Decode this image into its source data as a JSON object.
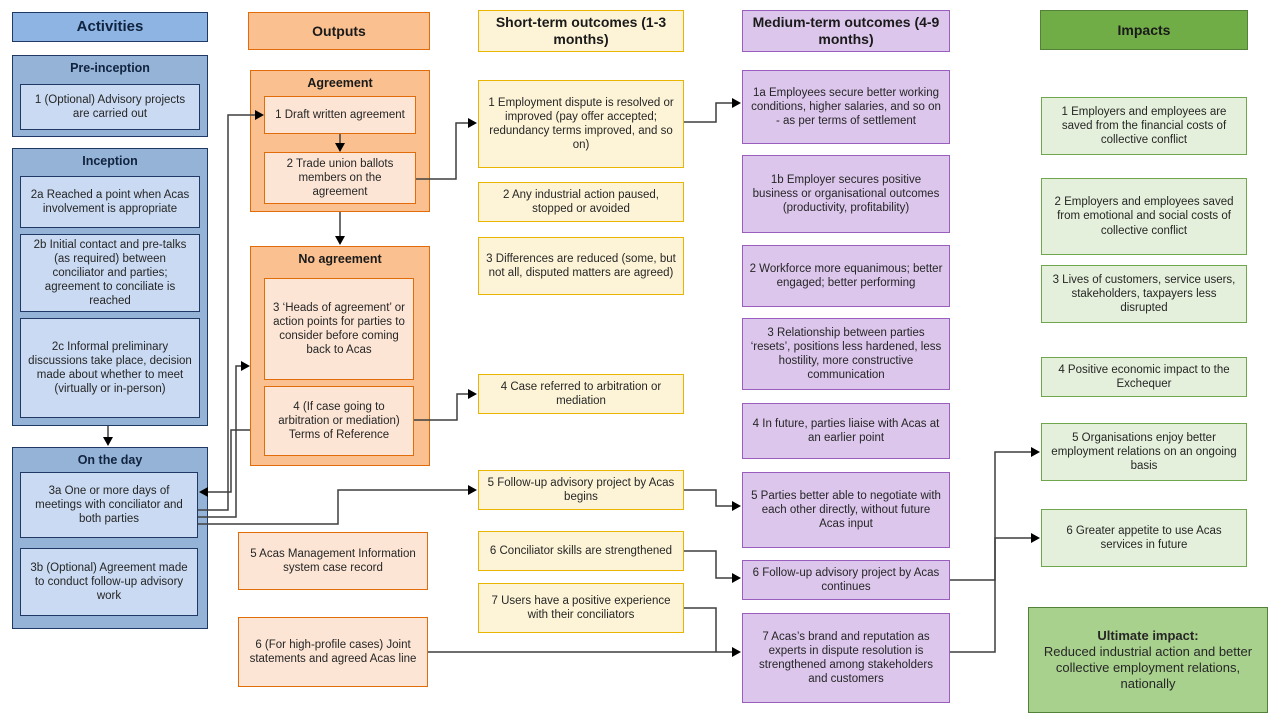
{
  "colors": {
    "blue_header": "#8DB4E2",
    "blue_group": "#95B3D7",
    "blue_item": "#C9DAF2",
    "blue_border": "#1F3864",
    "orange_group": "#FAC090",
    "orange_item": "#FCE5D5",
    "orange_border": "#E36C0A",
    "yellow_fill": "#FDF4D7",
    "yellow_border": "#E9B500",
    "purple_fill": "#DCC6EC",
    "purple_border": "#9A5EBE",
    "green_header": "#70AD47",
    "green_item": "#E4F0DB",
    "green_border": "#6FA84C",
    "green_ultimate": "#A9D18E",
    "connector": "#3F3F3F"
  },
  "columns": [
    {
      "id": "activities",
      "header": "Activities",
      "groups": [
        {
          "title": "Pre-inception",
          "items": [
            "1 (Optional) Advisory projects are carried out"
          ]
        },
        {
          "title": "Inception",
          "items": [
            "2a Reached a point when Acas involvement is appropriate",
            "2b Initial contact and pre-talks (as required) between conciliator and parties; agreement to conciliate is reached",
            "2c Informal preliminary discussions take place, decision made about whether to meet (virtually or in-person)"
          ]
        },
        {
          "title": "On the day",
          "items": [
            "3a One or more days of meetings with conciliator and both parties",
            "3b (Optional) Agreement made to conduct follow-up advisory work"
          ]
        }
      ]
    },
    {
      "id": "outputs",
      "header": "Outputs",
      "groups": [
        {
          "title": "Agreement",
          "items": [
            "1 Draft written agreement",
            "2 Trade union ballots members on the agreement"
          ]
        },
        {
          "title": "No agreement",
          "items": [
            "3 ‘Heads of agreement’ or action points for parties to consider before coming back to Acas",
            "4 (If case going to arbitration or mediation) Terms of Reference"
          ]
        }
      ],
      "items": [
        "5 Acas Management Information system case record",
        "6 (For high-profile cases) Joint statements and agreed Acas line"
      ]
    },
    {
      "id": "short_term",
      "header": "Short-term outcomes (1-3 months)",
      "items": [
        "1 Employment dispute is resolved or improved (pay offer accepted; redundancy terms improved, and so on)",
        "2 Any industrial action paused, stopped or avoided",
        "3 Differences are reduced (some, but not all, disputed matters are agreed)",
        "4 Case referred to arbitration or mediation",
        "5 Follow-up advisory project by Acas begins",
        "6 Conciliator skills are strengthened",
        "7 Users have a positive experience with their conciliators"
      ]
    },
    {
      "id": "medium_term",
      "header": "Medium-term outcomes (4-9 months)",
      "items": [
        "1a Employees secure better working conditions, higher salaries, and so on - as per terms of settlement",
        "1b Employer secures positive business or organisational outcomes (productivity, profitability)",
        "2 Workforce more equanimous; better engaged; better performing",
        "3 Relationship between parties ‘resets’, positions less hardened, less hostility, more constructive communication",
        "4 In future, parties liaise with Acas at an earlier point",
        "5 Parties better able to negotiate with each other directly, without future Acas input",
        "6 Follow-up advisory project by Acas continues",
        "7 Acas’s brand and reputation as experts in dispute resolution is strengthened among stakeholders and customers"
      ]
    },
    {
      "id": "impacts",
      "header": "Impacts",
      "items": [
        "1 Employers and employees are saved from the financial costs of collective conflict",
        "2 Employers and employees saved from emotional and social costs of collective conflict",
        "3 Lives of customers, service users, stakeholders, taxpayers less disrupted",
        "4 Positive economic impact to the Exchequer",
        "5 Organisations enjoy better employment relations on an ongoing basis",
        "6 Greater appetite to use Acas services in future"
      ],
      "ultimate": {
        "title": "Ultimate impact:",
        "body": "Reduced industrial action and better collective employment relations, nationally"
      }
    }
  ]
}
